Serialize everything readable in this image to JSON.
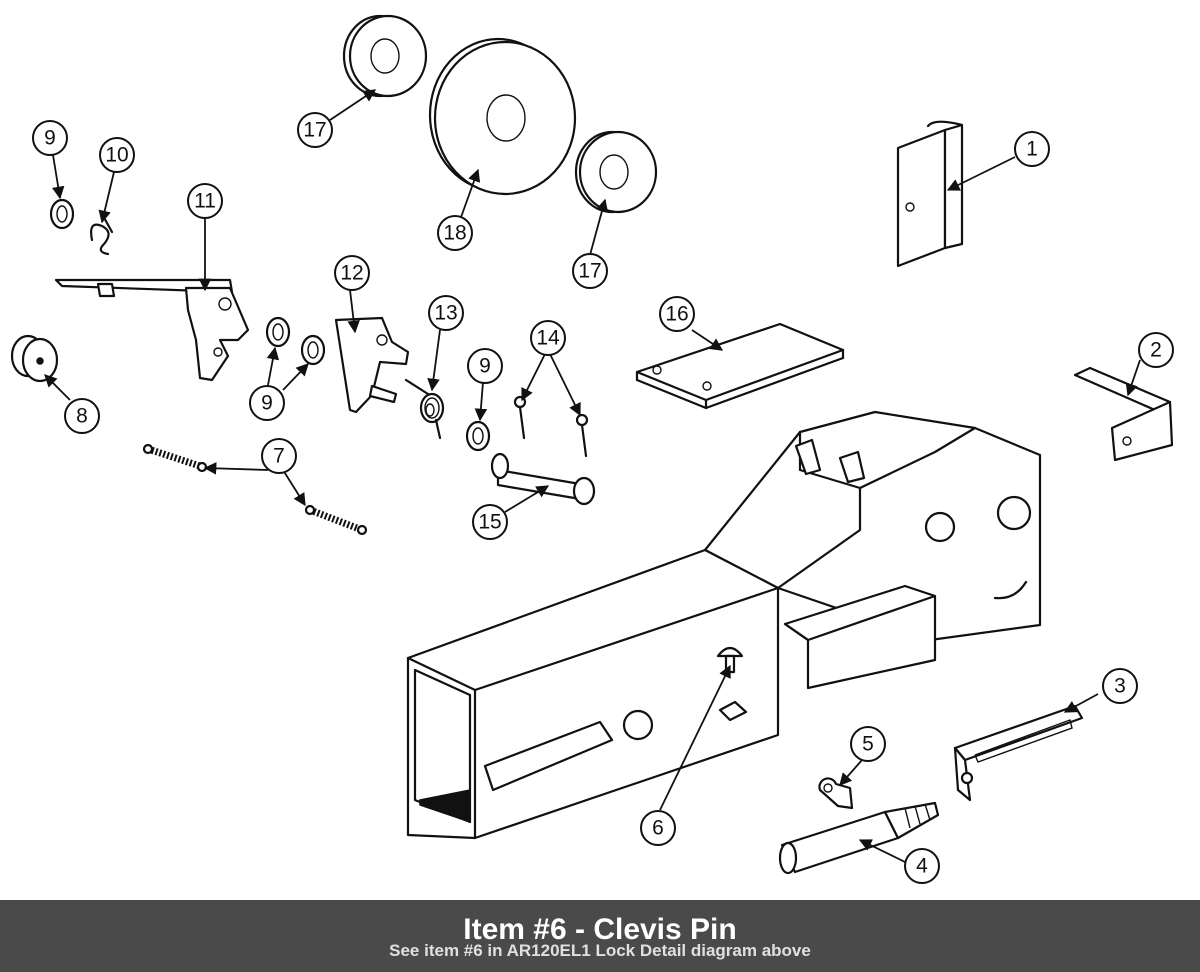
{
  "caption": {
    "title": "Item #6 - Clevis Pin",
    "subtitle": "See item #6 in AR120EL1 Lock Detail diagram above"
  },
  "callouts": [
    {
      "id": "c1",
      "label": "1"
    },
    {
      "id": "c2",
      "label": "2"
    },
    {
      "id": "c3",
      "label": "3"
    },
    {
      "id": "c4",
      "label": "4"
    },
    {
      "id": "c5",
      "label": "5"
    },
    {
      "id": "c6",
      "label": "6"
    },
    {
      "id": "c7",
      "label": "7"
    },
    {
      "id": "c8",
      "label": "8"
    },
    {
      "id": "c9a",
      "label": "9"
    },
    {
      "id": "c9b",
      "label": "9"
    },
    {
      "id": "c9c",
      "label": "9"
    },
    {
      "id": "c10",
      "label": "10"
    },
    {
      "id": "c11",
      "label": "11"
    },
    {
      "id": "c12",
      "label": "12"
    },
    {
      "id": "c13",
      "label": "13"
    },
    {
      "id": "c14",
      "label": "14"
    },
    {
      "id": "c15",
      "label": "15"
    },
    {
      "id": "c16",
      "label": "16"
    },
    {
      "id": "c17a",
      "label": "17"
    },
    {
      "id": "c17b",
      "label": "17"
    },
    {
      "id": "c18",
      "label": "18"
    }
  ]
}
